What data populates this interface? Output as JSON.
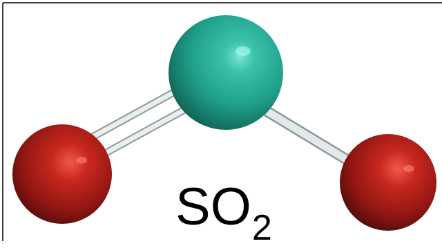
{
  "formula": {
    "main": "SO",
    "subscript": "2"
  },
  "molecule": {
    "atoms": [
      {
        "element": "S",
        "color": "#2aa591"
      },
      {
        "element": "O",
        "color": "#b3241f"
      },
      {
        "element": "O",
        "color": "#b3241f"
      }
    ],
    "bonds": [
      {
        "from": 0,
        "to": 1,
        "order": 2
      },
      {
        "from": 0,
        "to": 2,
        "order": 1
      }
    ]
  },
  "colors": {
    "bond": "#d8dedf",
    "frame": "#000000",
    "background": "#ffffff"
  }
}
